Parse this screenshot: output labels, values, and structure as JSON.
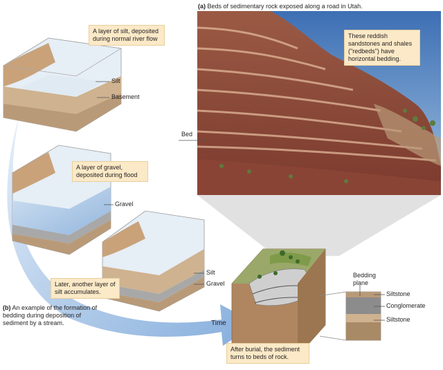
{
  "photo": {
    "caption_letter": "(a)",
    "caption_text": "Beds of sedimentary rock exposed along a road in Utah.",
    "callout": "These reddish sandstones and shales (\"redbeds\") have horizontal bedding.",
    "bed_label": "Bed"
  },
  "stage1": {
    "callout": "A layer of silt, deposited during normal river flow",
    "label_silt": "Silt",
    "label_basement": "Basement"
  },
  "stage2": {
    "callout": "A layer of gravel, deposited during flood",
    "label_gravel": "Gravel"
  },
  "stage3": {
    "callout": "Later, another layer of silt accumulates.",
    "label_silt": "Silt",
    "label_gravel": "Gravel"
  },
  "panel_b": {
    "caption_letter": "(b)",
    "caption_text": "An example of the formation of bedding during deposition of sediment by a stream."
  },
  "arrow_label": "Time",
  "final": {
    "callout": "After burial, the sediment turns to beds of rock.",
    "bedding_plane": "Bedding plane",
    "label_siltstone_top": "Siltstone",
    "label_conglomerate": "Conglomerate",
    "label_siltstone_bottom": "Siltstone"
  }
}
